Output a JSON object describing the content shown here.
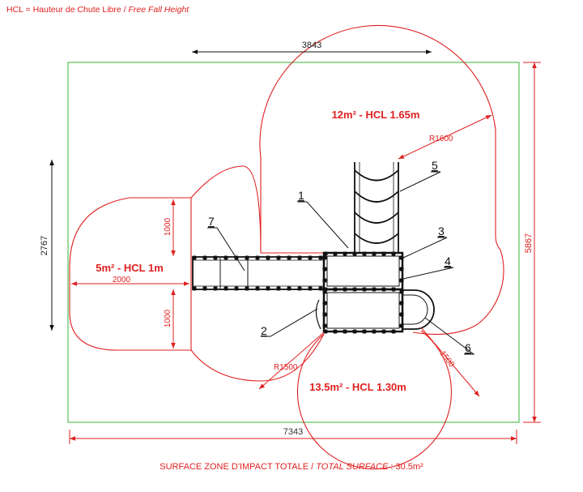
{
  "legend": {
    "abbr_line": "HCL = Hauteur de Chute Libre / ",
    "english": "Free Fall Height"
  },
  "dimensions": {
    "top_width": "3843",
    "right_height": "5867",
    "left_height": "2767",
    "bottom_width": "7343",
    "left_zone_width": "2000",
    "left_upper_gap": "1000",
    "left_lower_gap": "1000",
    "radius_top": "R1600",
    "radius_bottom_left": "R1500",
    "radius_bottom_right": "1500"
  },
  "zones": {
    "top": "12m² - HCL 1.65m",
    "left": "5m² - HCL 1m",
    "bottom": "13.5m² - HCL 1.30m"
  },
  "callouts": [
    "1",
    "2",
    "3",
    "4",
    "5",
    "6",
    "7"
  ],
  "footer": {
    "fr": "SURFACE ZONE D'IMPACT TOTALE / ",
    "en": "TOTAL SURFACE",
    "value": " : 30.5m²"
  },
  "colors": {
    "impact_zone": "#e02020",
    "boundary": "#58c058",
    "structure": "#111111"
  }
}
